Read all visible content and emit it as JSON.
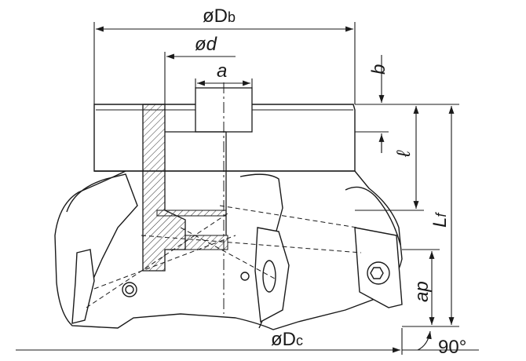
{
  "dimensions": {
    "Db": {
      "prefix": "øD",
      "sub": "b"
    },
    "d": "ød",
    "a": "a",
    "b": "b",
    "l": "ℓ",
    "Lf": {
      "main": "L",
      "sub": "f"
    },
    "ap": "ap",
    "Dc": {
      "prefix": "øD",
      "sub": "c"
    },
    "angle": "90°"
  },
  "colors": {
    "line": "#1a1a1a",
    "body_fill": "#ffffff",
    "hatch": "#333333"
  }
}
